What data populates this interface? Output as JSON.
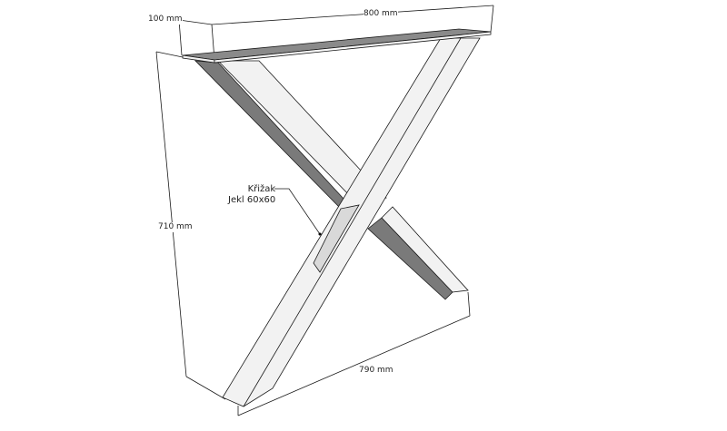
{
  "dimensions": {
    "thickness": "100 mm",
    "width": "800 mm",
    "height": "710 mm",
    "base": "790 mm"
  },
  "callout": {
    "line1": "Křižak",
    "line2": "Jekl 60x60"
  },
  "colors": {
    "face_light": "#f2f2f2",
    "face_mid": "#d9d9d9",
    "face_dark": "#7a7a7a",
    "edge": "#1a1a1a"
  }
}
